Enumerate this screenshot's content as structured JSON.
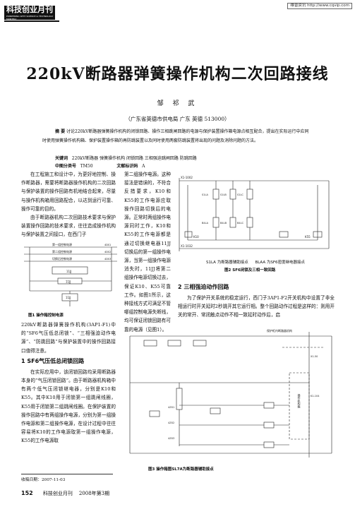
{
  "masthead": {
    "name": "科技创业月刊",
    "en": "PIONEERING WITH SCIENCE & TECHNOLOGY MONTHLY"
  },
  "watermark": "维普资讯 http://www.cqvip.com",
  "title": "220kV断路器弹簧操作机构二次回路接线",
  "author": "邹 祁 武",
  "affiliation": "（广东省英德市供电局  广东  英德  513000）",
  "abstract": {
    "label": "摘  要",
    "text": "讨论220kV断路器弹簧操作机构的闭锁回路、操作三相跳闸回路的电源与保护装置操作箱电源点相互配合，提出在实际运行中应同时使用弹簧操作机构箱、保护装置操作箱的再防跳装置以及同时使用两套防跳装置将出现的问题及消除问题的方法。"
  },
  "keywords": {
    "label": "关键词",
    "text": "220kV断路器  弹簧操作机构  闭锁回路  三相强迫跳闸回路  防跳回路"
  },
  "classification": {
    "label": "中图分类号",
    "value": "TM50",
    "doc_label": "文献标识码",
    "doc_value": "A"
  },
  "column1": {
    "p1": "在工程施工和设计中，为更好地控制、操作断路器，需要将断路器操作机构的二次回路与保护装置的操作回路有机地结合起来，尽量与操作机构箱用回路配合，以达到运行可靠、操作可靠的目的。",
    "p2": "由于断路器机构二次回路技术要求与保护装置操作回路的技术要求，往往造成操作机构与保护装置之间接口，在西门子",
    "p3": "220kV断路器弹簧操作机构(3AP1-F1)中的“SF6气压低总闭锁”、“三相强迫动作电源”、“防跳回路”与保护装置中的操作回路接口值得注意。",
    "h1": "1  SF6气压低总闭锁回路",
    "p4": "在实际应用中，该闭锁回路均采用断路器本身的“气压闭锁回路”。由于断路器机构箱中有两个低气压闭锁继电器，分别是K10和K55。其中K10用于闭锁第一组跳闸线圈，K55用于闭锁第二组跳闸线圈。在保护装置的操作回路中有两组操作电源，分别为第一组操作电源和第二组操作电源，在设计过程中往往容易将K10的工作电源取第一组操作电源，K55的工作电源取"
  },
  "column2": {
    "p1": "第二组操作电源。这种接法是错误的，不符合反措要求，K10和K55的工作电源应取操作回路切换后的电源。正常时两组操作电源同时工作，K10和K55的工作电源都是通过切换继电器11JJ切换后的第一组操作电源，当第一组操作电源消失时，11JJ将第二组操作电源切换过去，保证K10、K55可靠工作。如图1所示，这种接线方式可满足不管哪组控制电源失断线，均可保证闭锁回路有可靠的电源（见图1）。"
  },
  "column3": {
    "h2": "2  三相强迫动作回路",
    "p1": "为了保护开关系统的稳定运行，西门子3AP1-F2开关机构中设置了非全相运行时开关延时2秒跳开其它运行相。整个回路动作过程是这样的：则用开关的常开、常闭触点动作不相一致延时动作后，启"
  },
  "captions": {
    "fig1": "图1  操作箱控制电源",
    "fig2_legend_a": "S1LA 为断路器辅助接点",
    "fig2_legend_b": "BLAA 为SF6密度继电器接点",
    "fig2": "图2  SF6闭锁及三相一致回路",
    "fig3": "图3  操作箱图SL7A为断路器辅助接点"
  },
  "fig1_labels": {
    "l1": "第一组控制电源",
    "l2": "第二组控制电源",
    "l3": "切换后控制电源",
    "r1": "4DS1",
    "r2": "4DS2",
    "r3": "4DS3",
    "k1": "11JJ",
    "k2": "11JJ",
    "k3": "11JJ"
  },
  "fig2_labels": {
    "t1": "X1-1002",
    "t2": "X1-1032",
    "k10": "K10",
    "k55": "K55",
    "y1": "S1LA",
    "y2": "S1LB",
    "y3": "S1LC",
    "z1": "B4LA",
    "z2": "B4LB",
    "z3": "B4LC"
  },
  "fig3_labels": {
    "top": "保护柜内断路器机构",
    "side": "操作机构箱",
    "a1": "4ZX1",
    "a2": "4ZX2",
    "a3": "4ZX3",
    "k1": "K1-104",
    "x1": "X1-50"
  },
  "footnote": "收稿日期：2007-11-03",
  "folio": {
    "page": "152",
    "journal": "科技创业月刊",
    "issue": "2008年第3期"
  }
}
